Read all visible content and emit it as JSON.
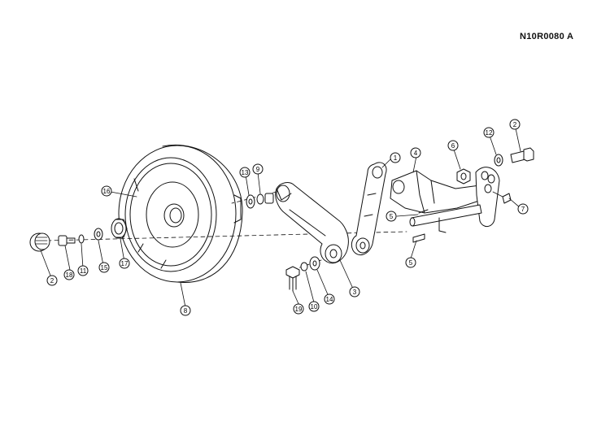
{
  "drawing": {
    "reference_code": "N10R0080  A",
    "callouts": [
      "1",
      "2",
      "2",
      "3",
      "4",
      "5",
      "5",
      "6",
      "7",
      "8",
      "9",
      "10",
      "11",
      "12",
      "13",
      "14",
      "15",
      "16",
      "17",
      "18",
      "19"
    ]
  },
  "colors": {
    "line": "#111111",
    "background": "#ffffff"
  }
}
